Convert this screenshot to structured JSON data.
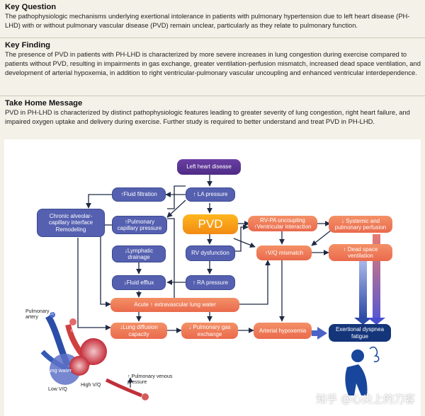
{
  "key_question": {
    "heading": "Key Question",
    "text": "The pathophysiologic mechanisms underlying exertional intolerance in patients with pulmonary hypertension due to left heart disease (PH-LHD) with or without pulmonary vascular disease (PVD) remain unclear, particularly as they relate to pulmonary function."
  },
  "key_finding": {
    "heading": "Key Finding",
    "text": "The presence of PVD in patients with PH-LHD is characterized by more severe increases in lung congestion during exercise compared to patients without PVD, resulting in impairments in gas exchange, greater ventilation-perfusion mismatch, increased dead space ventilation, and development of arterial hypoxemia, in addition to right ventricular-pulmonary vascular uncoupling and enhanced ventricular interdependence."
  },
  "take_home": {
    "heading": "Take Home Message",
    "text": "PVD in PH-LHD is characterized by distinct pathophysiologic features leading to greater severity of lung congestion, right heart failure, and impaired oxygen uptake and delivery during exercise. Further study is required to better understand and treat PVD in PH-LHD."
  },
  "diagram": {
    "nodes": {
      "left_heart_disease": "Left heart disease",
      "fluid_filtration": "↑Fluid filtration",
      "la_pressure": "↑ LA pressure",
      "chronic_alveolar": "Chronic alveolar-capillary interface Remodeling",
      "pulmonary_capillary_pressure": "↑Pulmonary capillary pressure",
      "pvd": "PVD",
      "rv_pa_uncoupling": "RV-PA uncoupling ↑Ventricular interaction",
      "systemic_perfusion": "↓ Systemic and pulmonary perfusion",
      "lymphatic_drainage": "↓Lymphatic drainage",
      "rv_dysfunction": "RV dysfunction",
      "vq_mismatch": "↑V/Q mismatch",
      "dead_space": "↑ Dead space ventilation",
      "fluid_efflux": "↓Fluid efflux",
      "ra_pressure": "↑ RA pressure",
      "acute_lung_water": "Acute ↑ extravascular lung water",
      "lung_diffusion": "↓Lung diffusion capacity",
      "pulmonary_gas_exchange": "↓ Pulmonary gas exchange",
      "arterial_hypoxemia": "Arterial hypoxemia",
      "exertional_dyspnea": "Exertional dyspnea fatigue"
    },
    "illustration": {
      "pulmonary_artery": "Pulmonary artery",
      "lung_water": "Lung water",
      "low_vq": "Low V/Q",
      "high_vq": "High V/Q",
      "pulmonary_venous_pressure": "↑ Pulmonary venous pressure",
      "co2": "CO₂",
      "o2": "O₂"
    }
  },
  "watermark": "知乎 @心尖上的刀客",
  "colors": {
    "blue_node": "#5560b0",
    "orange_node": "#ea6a4d",
    "purple_node": "#4e2b85",
    "pvd": "#f28a13",
    "dark_blue": "#15357a",
    "diagram_bg": "#ffffff",
    "page_bg": "#f4f1e8"
  }
}
